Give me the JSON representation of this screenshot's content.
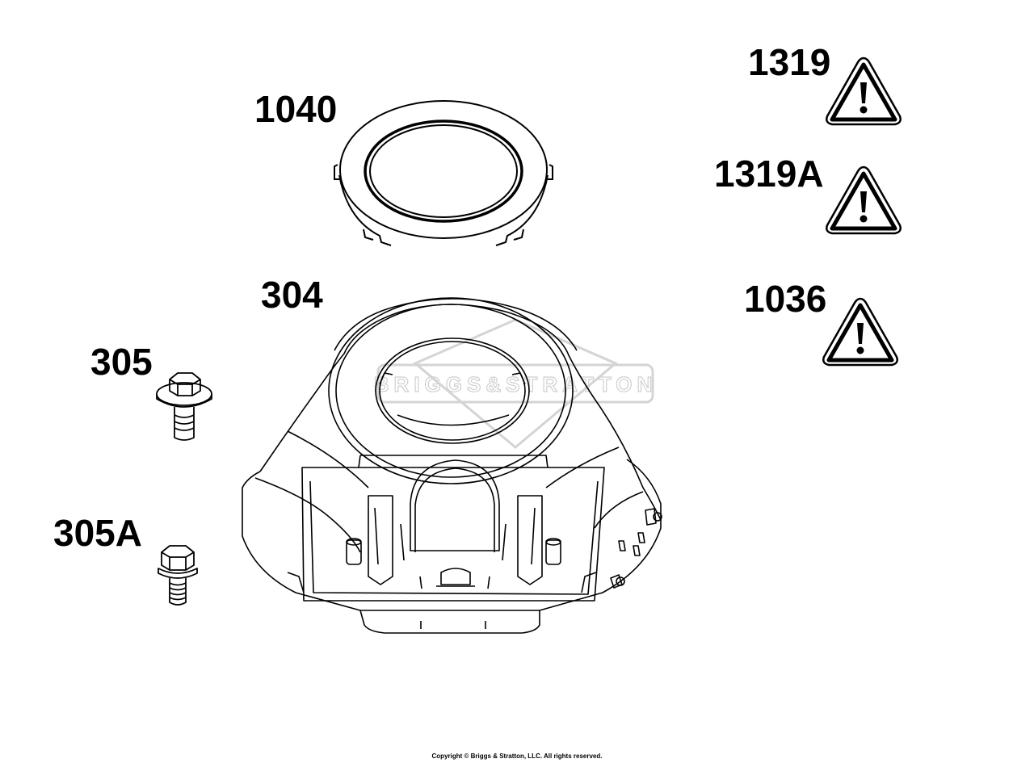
{
  "callouts": {
    "c1319": "1319",
    "c1319a": "1319A",
    "c1036": "1036",
    "c1040": "1040",
    "c304": "304",
    "c305": "305",
    "c305a": "305A"
  },
  "watermark": "BRIGGS&STRATTON",
  "copyright": "Copyright © Briggs & Stratton, LLC. All rights reserved."
}
